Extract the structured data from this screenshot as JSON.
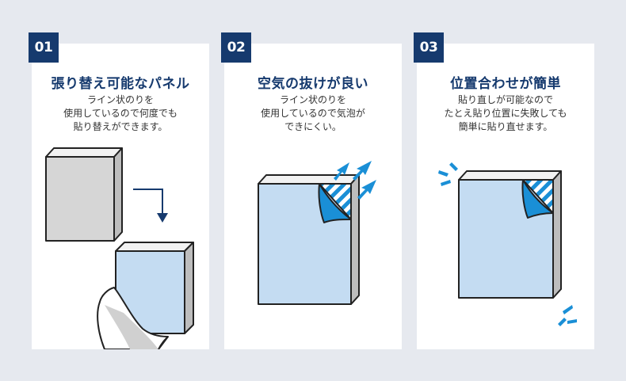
{
  "cards": [
    {
      "number": "01",
      "title": "張り替え可能なパネル",
      "lines": [
        "ライン状のりを",
        "使用しているので何度でも",
        "貼り替えができます。"
      ]
    },
    {
      "number": "02",
      "title": "空気の抜けが良い",
      "lines": [
        "ライン状のりを",
        "使用しているので気泡が",
        "できにくい。"
      ]
    },
    {
      "number": "03",
      "title": "位置合わせが簡単",
      "lines": [
        "貼り直しが可能なので",
        "たとえ貼り位置に失敗しても",
        "簡単に貼り直せます。"
      ]
    }
  ],
  "colors": {
    "navy": "#163a6e",
    "accent_blue": "#1a8fd6",
    "panel_blue": "#c4dcf2",
    "panel_gray": "#d8d8d8",
    "background": "#e6e9ef"
  }
}
